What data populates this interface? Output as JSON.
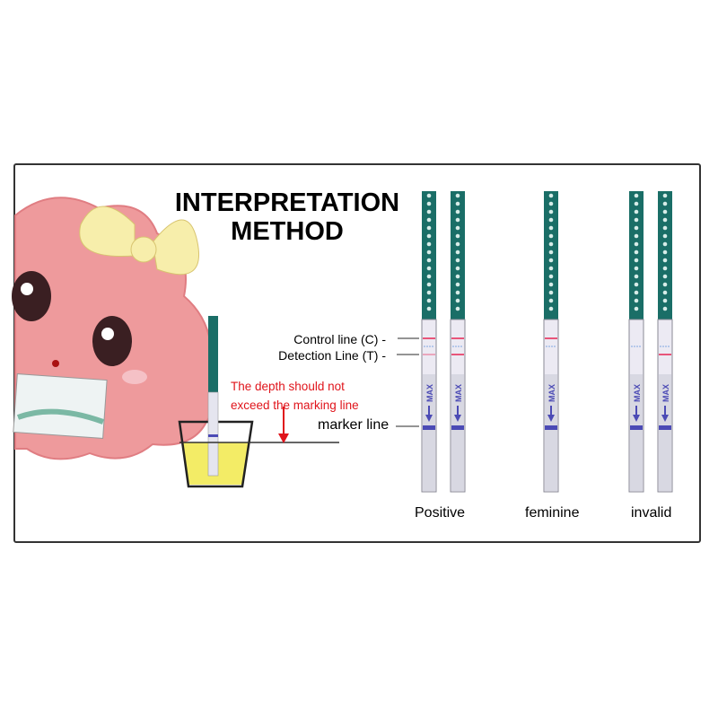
{
  "title": {
    "line1": "INTERPRETATION",
    "line2": "METHOD"
  },
  "labels": {
    "control": "Control line (C) -",
    "detection": "Detection Line (T) -",
    "marker": "marker line"
  },
  "warning": {
    "line1": "The depth should not",
    "line2": "exceed the marking line"
  },
  "strip_text": "MAX",
  "results": [
    {
      "label": "Positive"
    },
    {
      "label": "feminine"
    },
    {
      "label": "invalid"
    }
  ],
  "colors": {
    "strip_top": "#1a6e67",
    "control_line": "#e8557a",
    "marker": "#4b4ab5",
    "warning": "#e0141b",
    "urine": "#f3ec66",
    "mascot": "#ee9a9c",
    "bow": "#f7eeab"
  }
}
